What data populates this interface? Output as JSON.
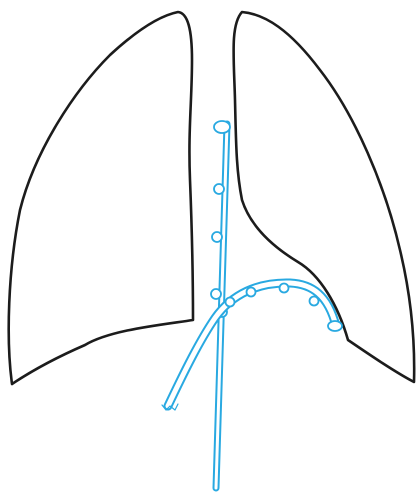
{
  "diagram": {
    "colors": {
      "lung_outline": "#1c1c1c",
      "catheter": "#29a9e1",
      "background": "#ffffff"
    },
    "parts": {
      "lungs": [
        "right-lung",
        "left-lung"
      ],
      "catheters": [
        "vertical-catheter",
        "curved-catheter"
      ]
    },
    "vertical_catheter_side_holes": 5,
    "curved_catheter_side_holes": 5
  }
}
